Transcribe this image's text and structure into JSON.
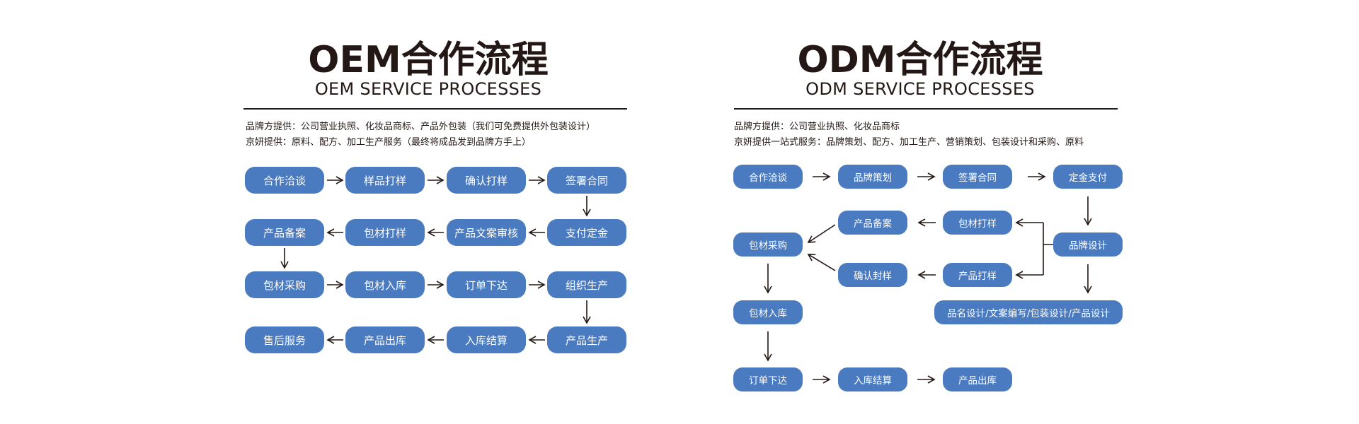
{
  "oem": {
    "title": "OEM合作流程",
    "subtitle": "OEM SERVICE PROCESSES",
    "notes": [
      "品牌方提供：公司营业执照、化妆品商标、产品外包装（我们可免费提供外包装设计）",
      "京妍提供：原料、配方、加工生产服务（最终将成品发到品牌方手上）"
    ],
    "steps": {
      "s1": "合作洽谈",
      "s2": "样品打样",
      "s3": "确认打样",
      "s4": "签署合同",
      "s5": "支付定金",
      "s6": "产品文案审核",
      "s7": "包材打样",
      "s8": "产品备案",
      "s9": "包材采购",
      "s10": "包材入库",
      "s11": "订单下达",
      "s12": "组织生产",
      "s13": "产品生产",
      "s14": "入库结算",
      "s15": "产品出库",
      "s16": "售后服务"
    }
  },
  "odm": {
    "title": "ODM合作流程",
    "subtitle": "ODM SERVICE PROCESSES",
    "notes": [
      "品牌方提供：公司营业执照、化妆品商标",
      "京妍提供一站式服务：品牌策划、配方、加工生产、营销策划、包装设计和采购、原料"
    ],
    "steps": {
      "s1": "合作洽谈",
      "s2": "品牌策划",
      "s3": "签署合同",
      "s4": "定金支付",
      "s5": "品牌设计",
      "s6": "包材打样",
      "s7": "产品打样",
      "s8": "产品备案",
      "s9": "确认封样",
      "s10": "包材采购",
      "s11": "品名设计/文案编写/包装设计/产品设计",
      "s12": "包材入库",
      "s13": "订单下达",
      "s14": "入库结算",
      "s15": "产品出库"
    }
  },
  "colors": {
    "node": "#4a7ac0",
    "text": "#231815",
    "arrow": "#231815"
  }
}
